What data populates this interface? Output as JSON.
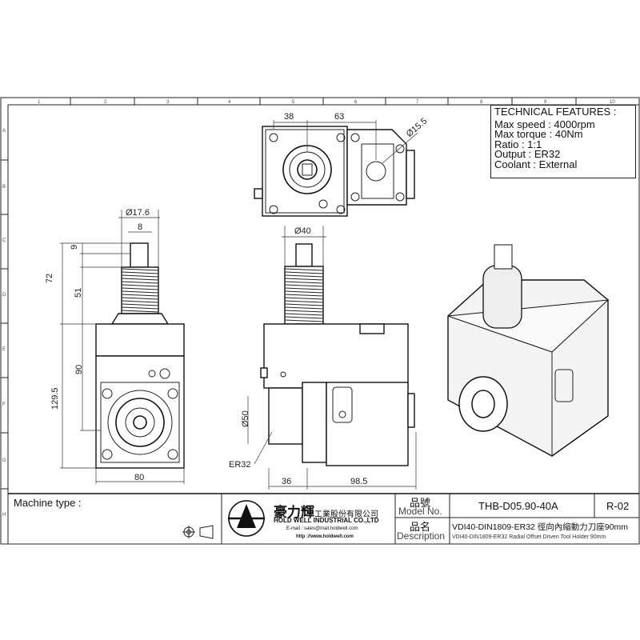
{
  "frame": {
    "columns": [
      "1",
      "2",
      "3",
      "4",
      "5",
      "6",
      "7",
      "8",
      "9",
      "10"
    ],
    "rows": [
      "A",
      "B",
      "C",
      "D",
      "E",
      "F",
      "G",
      "H"
    ]
  },
  "technical_features": {
    "title": "TECHNICAL FEATURES :",
    "items": [
      "Max speed : 4000rpm",
      "Max torque : 40Nm",
      "Ratio : 1:1",
      "Output : ER32",
      "Coolant : External"
    ]
  },
  "dimensions": {
    "top_38": "38",
    "top_63": "63",
    "top_d155": "Ø15.5",
    "side_d176": "Ø17.6",
    "side_8": "8",
    "side_9": "9",
    "side_72": "72",
    "side_51": "51",
    "side_90": "90",
    "side_1295": "129.5",
    "side_80": "80",
    "front_d40": "Ø40",
    "front_d50": "Ø50",
    "front_er32": "ER32",
    "front_36": "36",
    "front_985": "98.5"
  },
  "title_block": {
    "machine_type_label": "Machine type :",
    "company_cn": "豪力輝",
    "company_cn_suffix": "工業股份有限公司",
    "company_en": "HOLD WELL INDUSTRIAL CO.,LTD",
    "email": "E-mail : sales@mail.holdwell.com",
    "website": "http ://www.holdwell.com",
    "model_label_cn": "品號",
    "model_label_en": "Model No.",
    "model_value": "THB-D05.90-40A",
    "revision": "R-02",
    "desc_label_cn": "品名",
    "desc_label_en": "Description",
    "desc_cn": "VDI40-DIN1809-ER32 徑向內縮動力刀座90mm",
    "desc_en": "VDI40-DIN1809-ER32 Radial Offset Driven Tool Holder 90mm"
  }
}
